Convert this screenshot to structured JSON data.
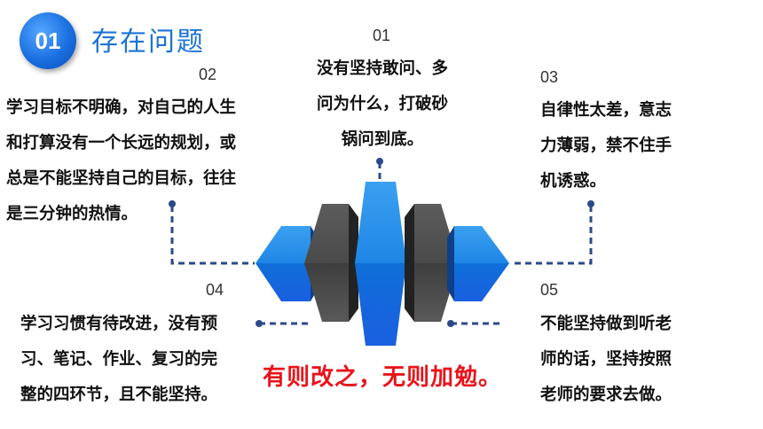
{
  "header": {
    "badge": "01",
    "title": "存在问题"
  },
  "items": [
    {
      "num": "01",
      "lines": [
        "没有坚持敢问、多",
        "问为什么，打破砂",
        "锅问到底。"
      ]
    },
    {
      "num": "02",
      "lines": [
        "学习目标不明确，对自己的人生",
        "和打算没有一个长远的规划，或",
        "总是不能坚持自己的目标，往往",
        "是三分钟的热情。"
      ]
    },
    {
      "num": "03",
      "lines": [
        "自律性太差，意志",
        "力薄弱，禁不住手",
        "机诱惑。"
      ]
    },
    {
      "num": "04",
      "lines": [
        "学习习惯有待改进，没有预",
        "习、笔记、作业、复习的完",
        "整的四环节，且不能坚持。"
      ]
    },
    {
      "num": "05",
      "lines": [
        "不能坚持做到听老",
        "师的话，坚持按照",
        "老师的要求去做。"
      ]
    }
  ],
  "slogan": "有则改之，无则加勉。",
  "colors": {
    "blue": "#1b73d6",
    "red": "#e8141b",
    "gray": "#555555",
    "dash": "#2b4a8a"
  }
}
